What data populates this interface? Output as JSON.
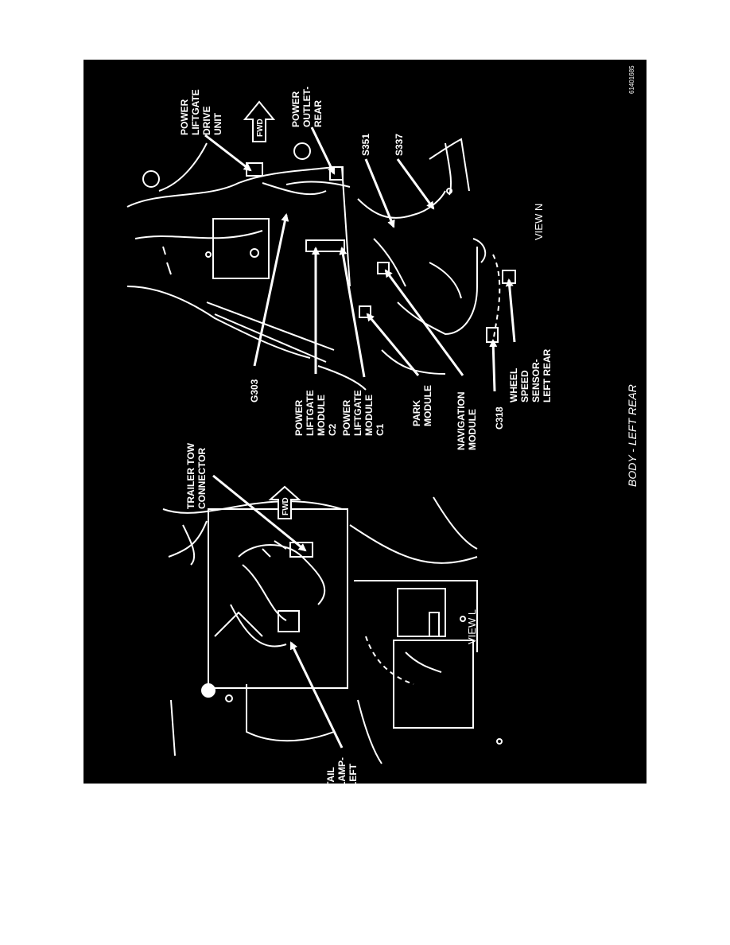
{
  "diagram": {
    "title": "BODY - LEFT REAR",
    "figure_id": "61401685",
    "views": {
      "view_l": {
        "label": "VIEW L",
        "fwd_label": "FWD",
        "components": {
          "trailer_tow_connector": [
            "TRAILER TOW",
            "CONNECTOR"
          ],
          "tail_lamp_left": [
            "TAIL",
            "LAMP-",
            "LEFT"
          ]
        }
      },
      "view_n": {
        "label": "VIEW N",
        "fwd_label": "FWD",
        "components": {
          "power_liftgate_drive_unit": [
            "POWER",
            "LIFTGATE",
            "DRIVE",
            "UNIT"
          ],
          "power_outlet_rear": [
            "POWER",
            "OUTLET-",
            "REAR"
          ],
          "s351": [
            "S351"
          ],
          "s337": [
            "S337"
          ],
          "g303": [
            "G303"
          ],
          "power_liftgate_module_c2": [
            "POWER",
            "LIFTGATE",
            "MODULE",
            "C2"
          ],
          "power_liftgate_module_c1": [
            "POWER",
            "LIFTGATE",
            "MODULE",
            "C1"
          ],
          "park_module": [
            "PARK",
            "MODULE"
          ],
          "navigation_module": [
            "NAVIGATION",
            "MODULE"
          ],
          "c318": [
            "C318"
          ],
          "wheel_speed_sensor_left_rear": [
            "WHEEL",
            "SPEED",
            "SENSOR-",
            "LEFT REAR"
          ]
        }
      }
    }
  }
}
